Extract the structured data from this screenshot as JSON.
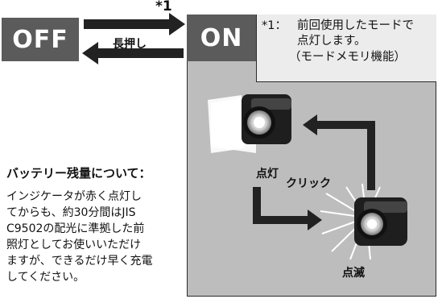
{
  "states": {
    "off": "OFF",
    "on": "ON"
  },
  "transition": {
    "mark": "*1",
    "label": "長押し"
  },
  "note": {
    "mark": "*1：",
    "line1": "前回使用したモードで",
    "line2": "点灯します。",
    "line3": "（モードメモリ機能）"
  },
  "battery": {
    "title": "バッテリー残量について：",
    "lines": [
      "インジケータが赤く点灯し",
      "てからも、約30分間はJIS",
      "C9502の配光に準拠した前",
      "照灯としてお使いいただけ",
      "ますが、できるだけ早く充電",
      "してください。"
    ]
  },
  "modes": {
    "steady": "点灯",
    "click": "クリック",
    "blink": "点滅"
  }
}
